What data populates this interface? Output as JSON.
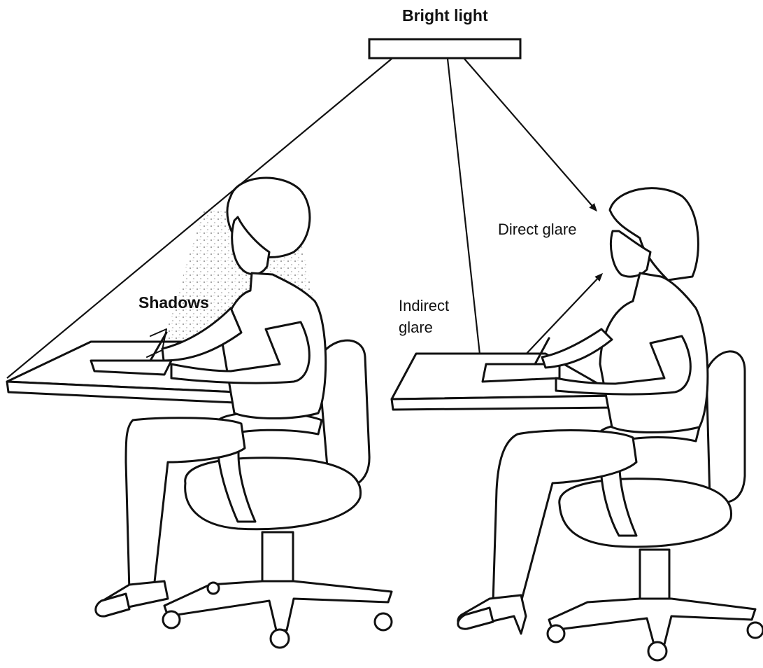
{
  "diagram": {
    "light_label": "Bright light",
    "shadows_label": "Shadows",
    "direct_glare_label": "Direct glare",
    "indirect_glare_label_line1": "Indirect",
    "indirect_glare_label_line2": "glare"
  }
}
